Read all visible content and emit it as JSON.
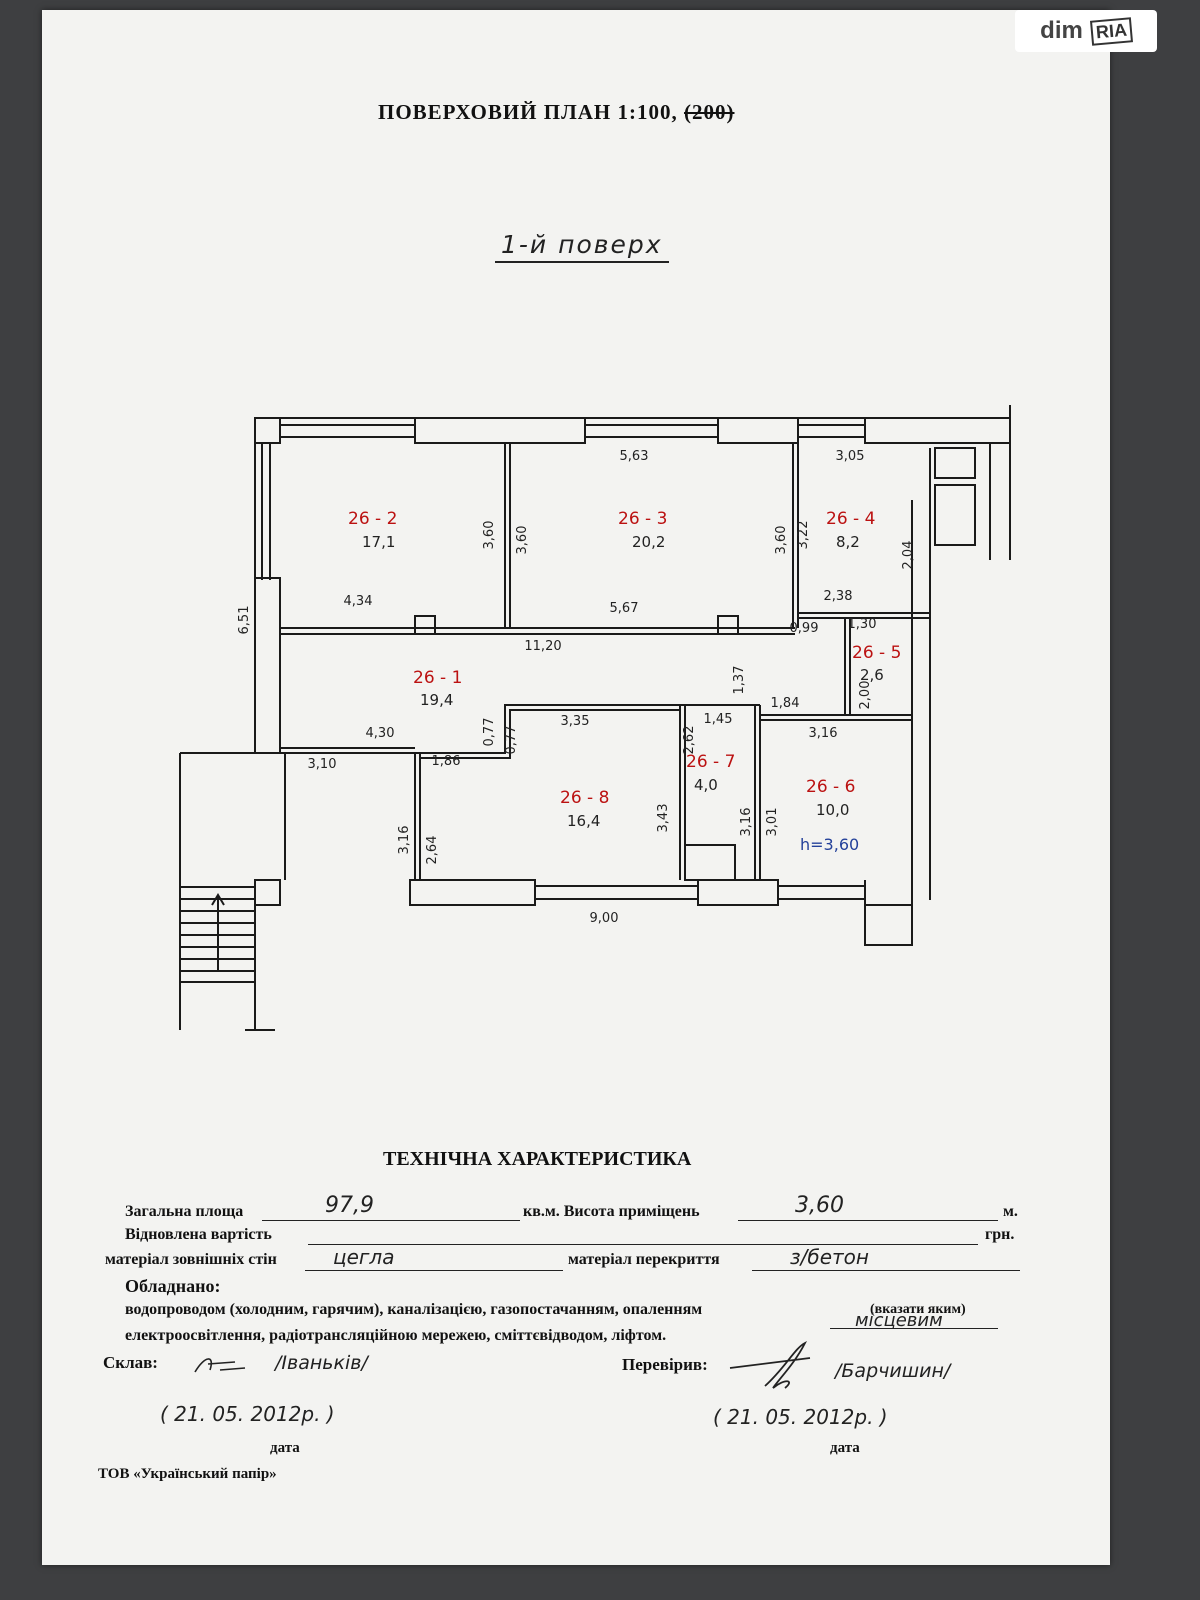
{
  "logo": {
    "brand": "dim",
    "badge": "RIA"
  },
  "header": {
    "title_main": "ПОВЕРХОВИЙ   ПЛАН 1:100, ",
    "title_strike": "(200)",
    "floor": "1-й поверх"
  },
  "plan": {
    "rooms": [
      {
        "id": "26 - 2",
        "area": "17,1"
      },
      {
        "id": "26 - 3",
        "area": "20,2"
      },
      {
        "id": "26 - 4",
        "area": "8,2"
      },
      {
        "id": "26 - 1",
        "area": "19,4"
      },
      {
        "id": "26 - 5",
        "area": "2,6"
      },
      {
        "id": "26 - 8",
        "area": "16,4"
      },
      {
        "id": "26 - 7",
        "area": "4,0"
      },
      {
        "id": "26 - 6",
        "area": "10,0"
      }
    ],
    "height_note": "h=3,60",
    "dimensions": [
      "5,63",
      "3,05",
      "3,60",
      "3,60",
      "3,60",
      "3,22",
      "2,04",
      "4,34",
      "5,67",
      "2,38",
      "6,51",
      "11,20",
      "0,99",
      "1,30",
      "1,37",
      "2,00",
      "1,84",
      "4,30",
      "0,77",
      "0,77",
      "3,35",
      "2,62",
      "1,45",
      "3,16",
      "3,10",
      "1,86",
      "3,16",
      "2,64",
      "3,43",
      "3,16",
      "3,01",
      "9,00"
    ]
  },
  "tech": {
    "title": "ТЕХНІЧНА ХАРАКТЕРИСТИКА",
    "total_area_label": "Загальна площа",
    "total_area_value": "97,9",
    "unit_sqm_height": "кв.м. Висота приміщень",
    "height_value": "3,60",
    "unit_m": "м.",
    "restored_value_label": "Відновлена  вартість",
    "unit_uah": "грн.",
    "walls_label": "матеріал зовнішніх стін",
    "walls_value": "цегла",
    "ceiling_label": "матеріал перекриття",
    "ceiling_value": "з/бетон",
    "equipped_label": "Обладнано:",
    "equipped_line1": "водопроводом (холодним, гарячим), каналізацією, газопостачанням, опаленням",
    "specify_hint": "(вказати яким)",
    "heating_value": "місцевим",
    "equipped_line2": "електроосвітлення, радіотрансляційною мережею, сміттєвідводом, ліфтом.",
    "composed_label": "Склав:",
    "composed_name": "/Іваньків/",
    "composed_date": "( 21. 05. 2012р. )",
    "checked_label": "Перевірив:",
    "checked_name": "/Барчишин/",
    "checked_date": "( 21. 05. 2012р. )",
    "date_label": "дата",
    "date_label2": "дата",
    "company": "ТОВ «Український папір»"
  }
}
